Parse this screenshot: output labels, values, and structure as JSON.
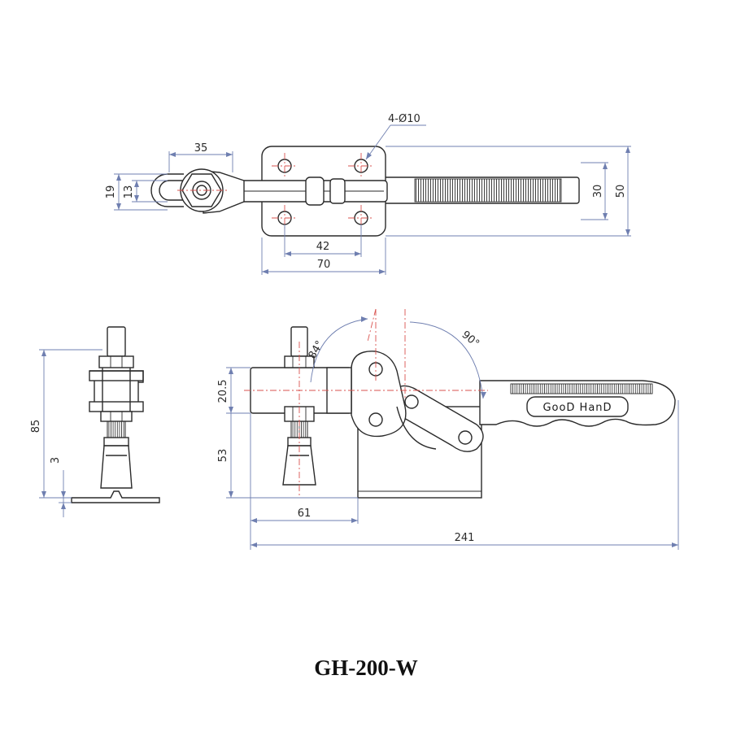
{
  "title": "GH-200-W",
  "brand_label": "GooD HanD",
  "dimensions": {
    "top_view": {
      "hole_callout": "4-Ø10",
      "stroke_35": "35",
      "dim_19": "19",
      "dim_13": "13",
      "hole_spacing_42": "42",
      "base_length_70": "70",
      "dim_30": "30",
      "width_50": "50"
    },
    "front_view": {
      "height_85": "85",
      "thickness_3": "3"
    },
    "side_view": {
      "angle_84": "84°",
      "angle_90": "90°",
      "height_20_5": "20.5",
      "height_53": "53",
      "length_61": "61",
      "total_241": "241"
    }
  },
  "colors": {
    "outline": "#2a2a2a",
    "dimension": "#6f7fb0",
    "centerline": "#d9534f"
  }
}
